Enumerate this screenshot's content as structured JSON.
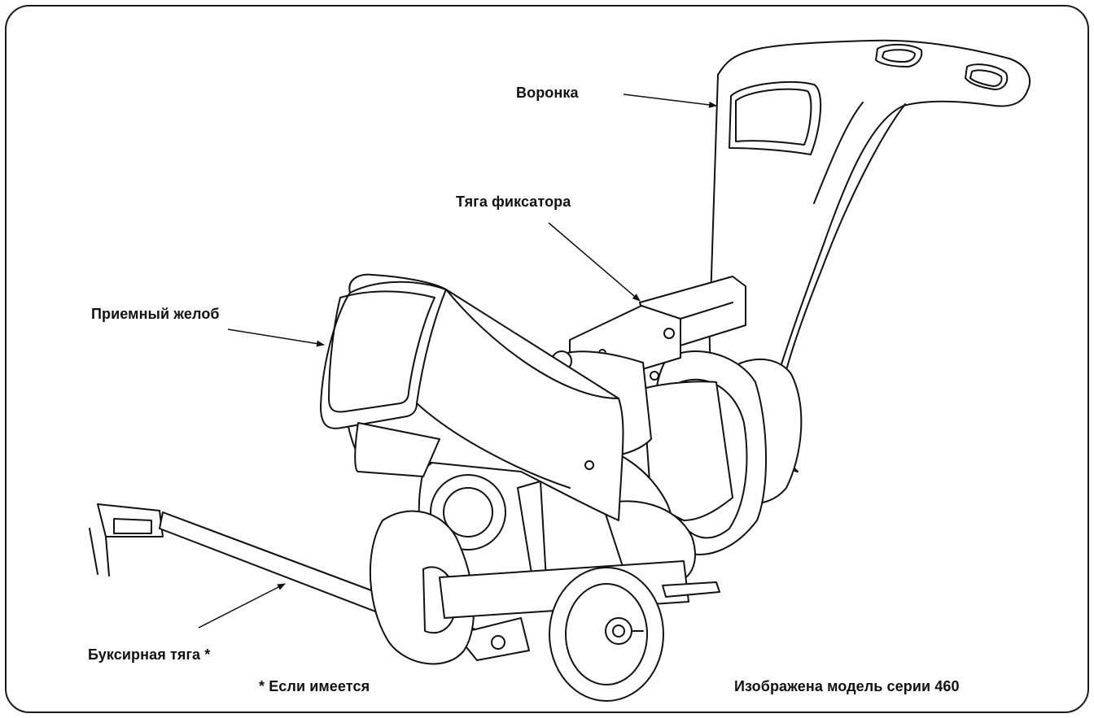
{
  "labels": {
    "hopper": "Воронка",
    "latch_rod": "Тяга фиксатора",
    "chute": "Приемный желоб",
    "tow_bar": "Буксирная тяга *",
    "footnote": "* Если имеется",
    "model": "Изображена модель серии 460"
  }
}
